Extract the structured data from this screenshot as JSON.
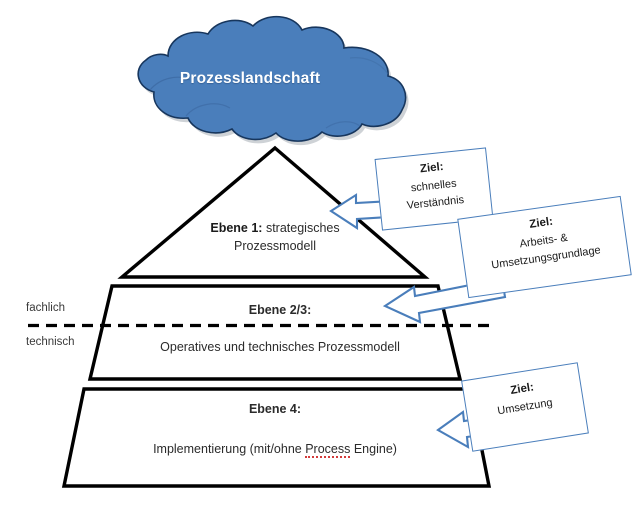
{
  "diagram": {
    "title": "Prozesslandschaft",
    "cloud": {
      "label": "Prozesslandschaft",
      "fill_color": "#4a7ebb",
      "stroke_color": "#1f3864",
      "text_color": "#ffffff"
    },
    "axis_labels": {
      "upper": "fachlich",
      "lower": "technisch"
    },
    "tiers": [
      {
        "id": "ebene-1",
        "shape": "triangle",
        "heading": "Ebene 1:",
        "heading_inline": " strategisches",
        "subtitle": "Prozessmodell"
      },
      {
        "id": "ebene-2-3",
        "shape": "trapezoid",
        "heading": "Ebene 2/3:",
        "subtitle": "Operatives und technisches Prozessmodell"
      },
      {
        "id": "ebene-4",
        "shape": "trapezoid",
        "heading": "Ebene 4:",
        "subtitle_parts": {
          "before": "Implementierung (mit/ohne ",
          "misspelled": "Process",
          "after": " Engine)"
        },
        "subtitle": "Implementierung (mit/ohne Process Engine)"
      }
    ],
    "callouts": [
      {
        "id": "callout-ebene-1",
        "heading": "Ziel:",
        "lines": [
          "schnelles",
          "Verständnis"
        ],
        "points_to": "ebene-1"
      },
      {
        "id": "callout-ebene-2-3",
        "heading": "Ziel:",
        "lines": [
          "Arbeits- &",
          "Umsetzungsgrundlage"
        ],
        "points_to": "ebene-2-3"
      },
      {
        "id": "callout-ebene-4",
        "heading": "Ziel:",
        "lines": [
          "Umsetzung"
        ],
        "points_to": "ebene-4"
      }
    ],
    "colors": {
      "accent_blue": "#4a7ebb",
      "outline_black": "#000000",
      "spellcheck_red": "#d23b3b",
      "text": "#231f20"
    }
  }
}
